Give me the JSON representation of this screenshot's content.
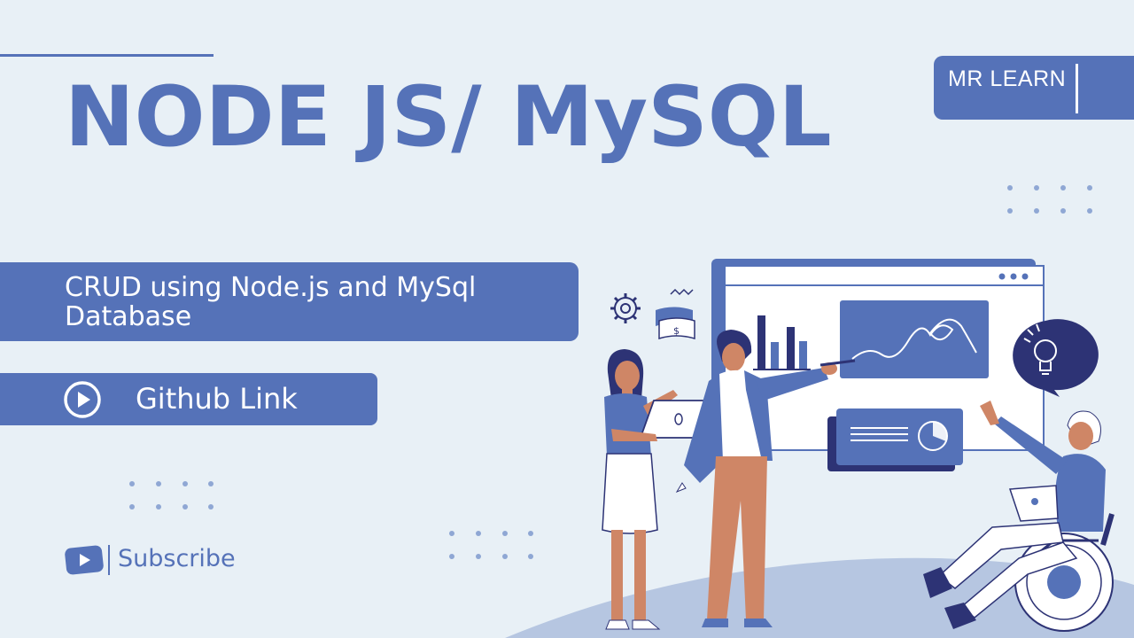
{
  "header": {
    "title": "NODE JS/ MySQL"
  },
  "brand": {
    "label": "MR LEARN"
  },
  "subtitle": {
    "text": "CRUD using Node.js and MySql Database"
  },
  "github": {
    "label": "Github Link"
  },
  "subscribe": {
    "label": "Subscribe"
  },
  "colors": {
    "background": "#e8f0f6",
    "accent": "#5572b8",
    "dark_navy": "#2d3375",
    "skin": "#cf8666",
    "white": "#ffffff"
  },
  "icons": [
    "play-icon",
    "youtube-icon",
    "gear-icon",
    "lightbulb-icon"
  ]
}
